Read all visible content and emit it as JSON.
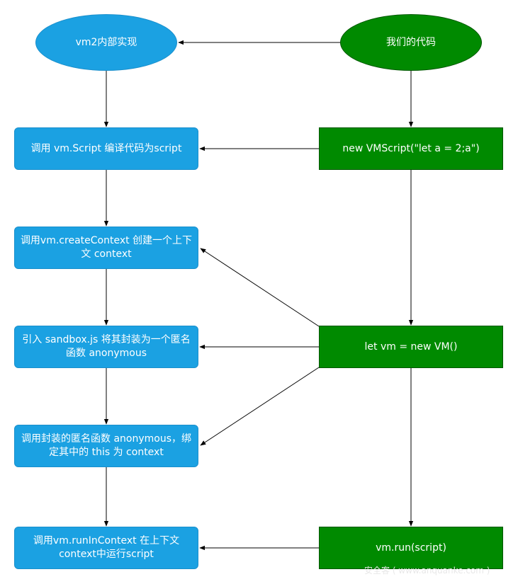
{
  "nodes": {
    "vm2_internal": "vm2内部实现",
    "our_code": "我们的代码",
    "compile_script": "调用 vm.Script 编译代码为script",
    "new_vmscript": "new VMScript(\"let a = 2;a\")",
    "create_context": "调用vm.createContext 创建一个上下文 context",
    "import_sandbox": "引入 sandbox.js 将其封装为一个匿名函数 anonymous",
    "let_vm": "let vm = new VM()",
    "call_anonymous": "调用封装的匿名函数 anonymous，绑定其中的 this 为 context",
    "run_in_context": "调用vm.runInContext 在上下文 context中运行script",
    "vm_run": "vm.run(script)"
  },
  "watermark": "安全客 ( www.anquanke.com )",
  "colors": {
    "blue_fill": "#1ba1e2",
    "green_fill": "#008a00",
    "edge": "#000000"
  }
}
